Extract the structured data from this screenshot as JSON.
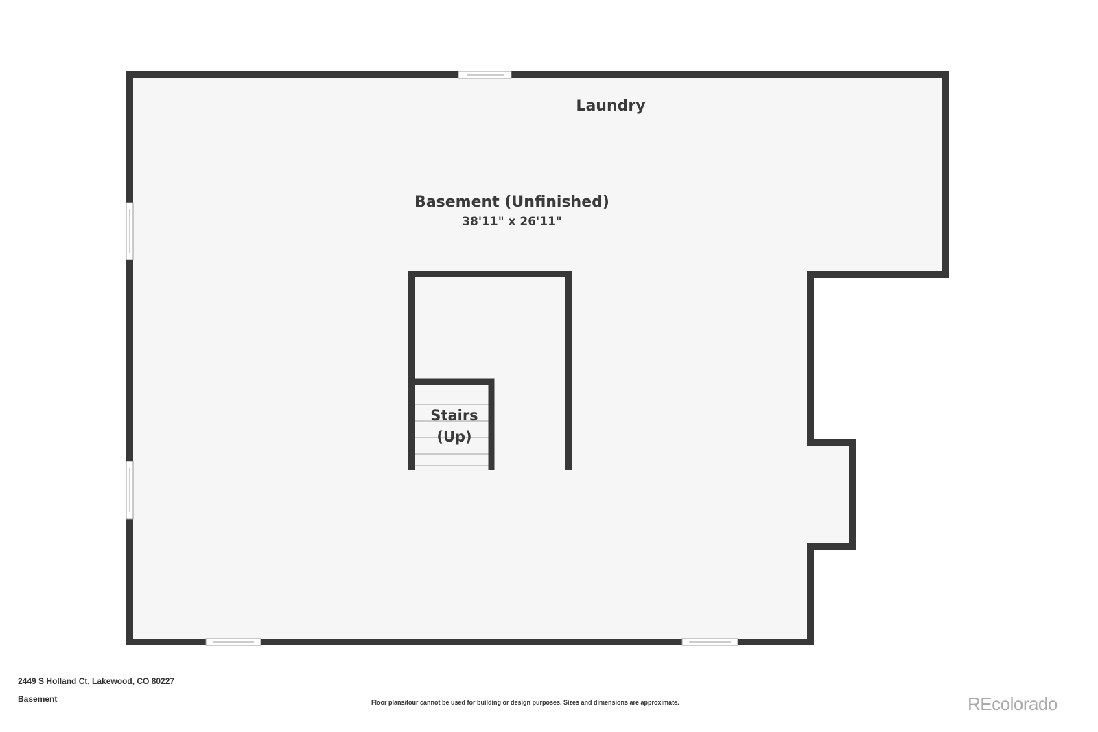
{
  "plan": {
    "rooms": [
      {
        "name": "Laundry"
      },
      {
        "name": "Basement (Unfinished)",
        "dimensions": "38'11\" x 26'11\""
      },
      {
        "name_line1": "Stairs",
        "name_line2": "(Up)"
      }
    ]
  },
  "footer": {
    "address": "2449 S Holland Ct, Lakewood, CO 80227",
    "floor": "Basement",
    "disclaimer": "Floor plans/tour cannot be used for building or design purposes. Sizes and dimensions are approximate.",
    "brand": "REcolorado"
  },
  "colors": {
    "wall": "#383838",
    "floor": "#f6f6f6"
  }
}
